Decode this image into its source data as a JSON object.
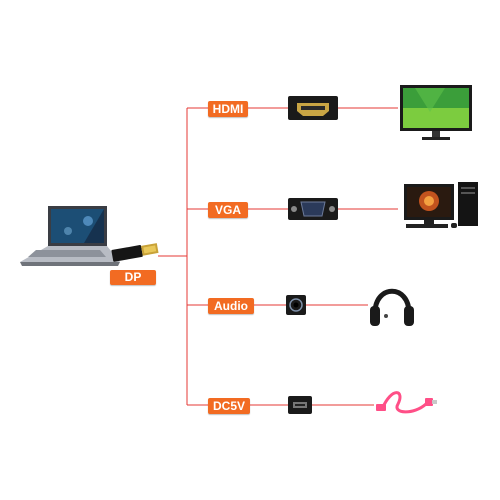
{
  "colors": {
    "accent": "#f26b22",
    "line": "#e53935",
    "cable_pink": "#ff4f87"
  },
  "labels": {
    "source": "DP",
    "hdmi": "HDMI",
    "vga": "VGA",
    "audio": "Audio",
    "dc5v": "DC5V"
  },
  "icons": {
    "source": "laptop-icon",
    "source_plug": "displayport-plug-icon",
    "hdmi_port": "hdmi-port-icon",
    "vga_port": "vga-port-icon",
    "audio_port": "audio-jack-icon",
    "dc_port": "usb-port-icon",
    "hdmi_device": "monitor-icon",
    "vga_device": "desktop-pc-icon",
    "audio_device": "headphones-icon",
    "dc_device": "usb-cable-icon"
  }
}
